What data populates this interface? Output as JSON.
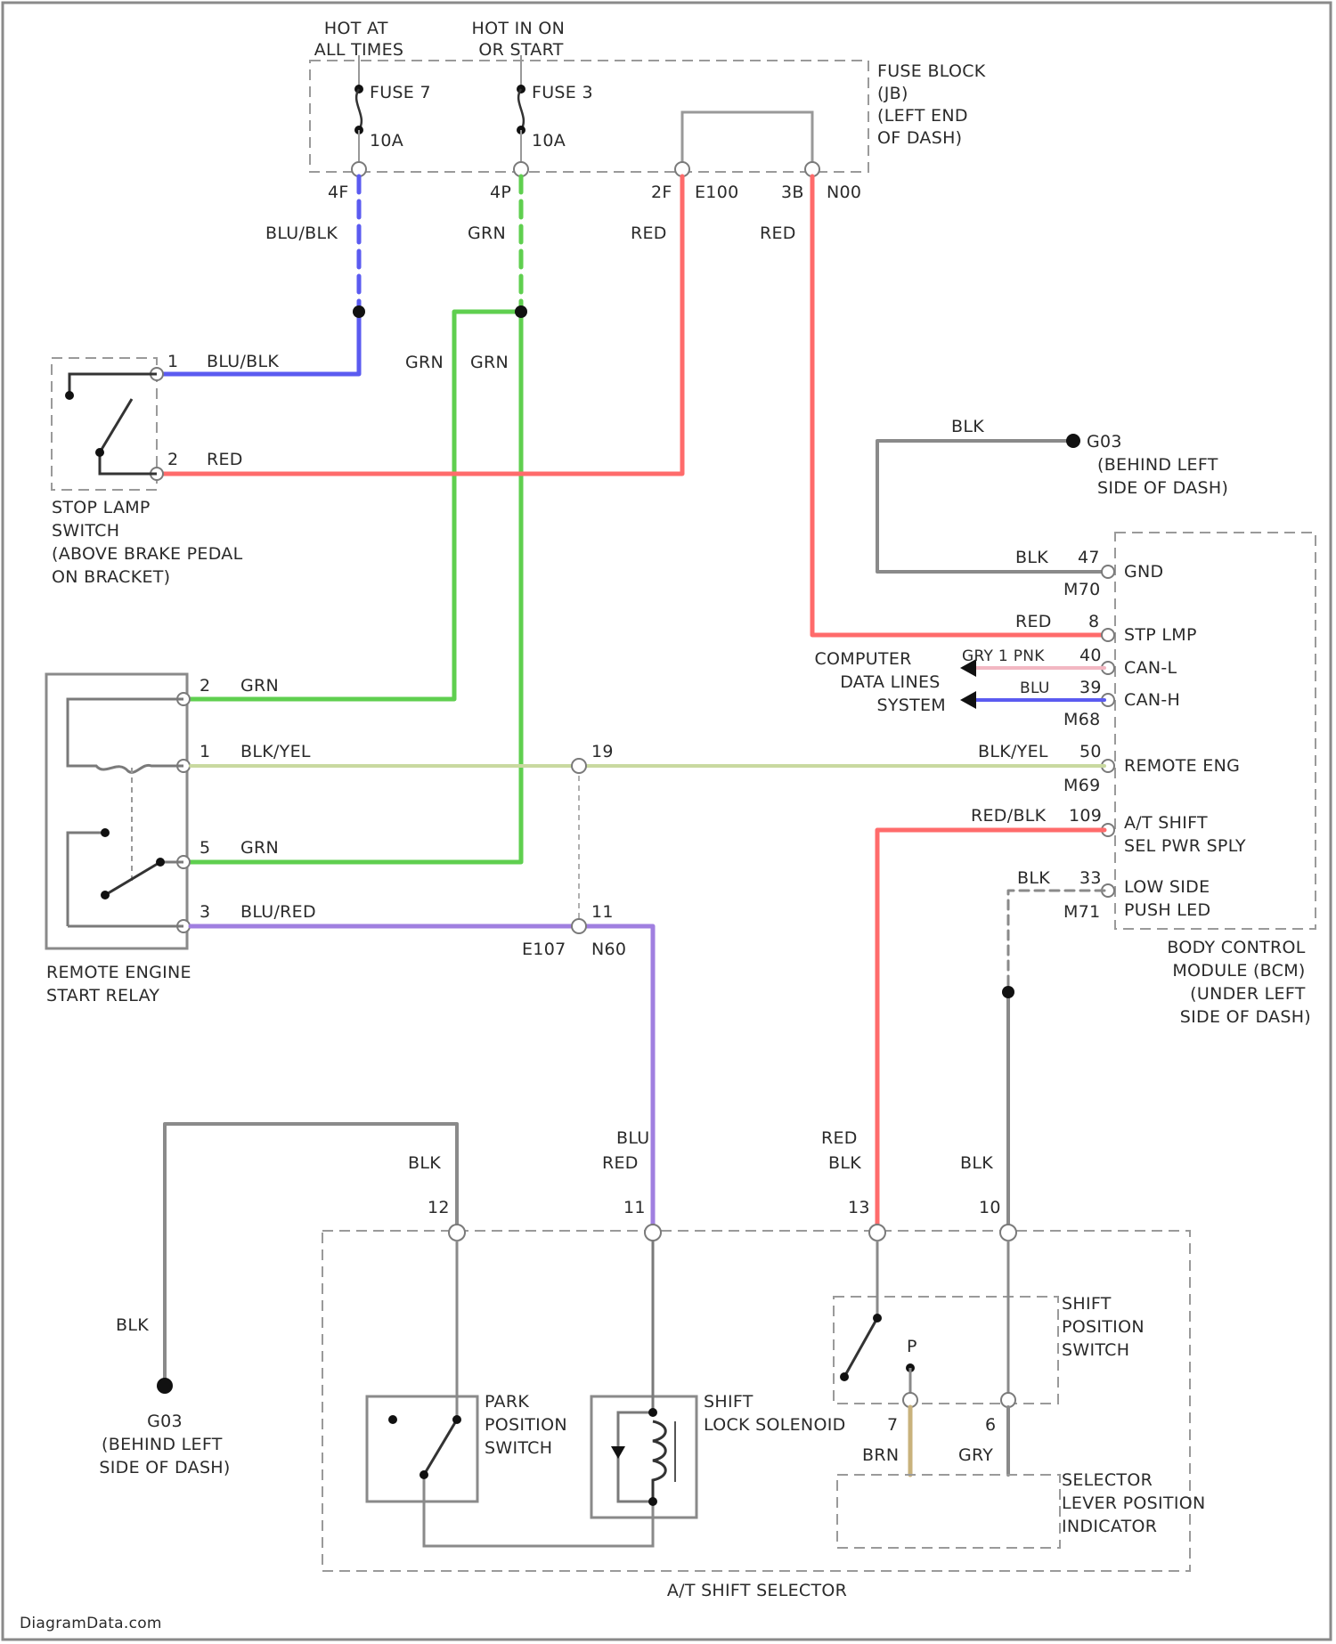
{
  "colors": {
    "blu_blk": "#5b5bf0",
    "grn": "#5fcf4f",
    "red": "#ff6b6b",
    "blk": "#8a8a8a",
    "blk_yel": "#c9d9a0",
    "blu_red": "#a07fe0",
    "pnk": "#f2b7c2",
    "blu": "#5b5bf0",
    "brn": "#c9b27c"
  },
  "labels": {
    "hot_at_all_times": [
      "HOT AT",
      "ALL TIMES"
    ],
    "hot_in_on": [
      "HOT IN ON",
      "OR START"
    ],
    "fuse7": "FUSE 7",
    "fuse7_rating": "10A",
    "fuse3": "FUSE 3",
    "fuse3_rating": "10A",
    "fuse_block": [
      "FUSE BLOCK",
      "(JB)",
      "(LEFT END",
      "OF DASH)"
    ],
    "pin_4f": "4F",
    "pin_4p": "4P",
    "pin_2f": "2F",
    "conn_e100": "E100",
    "pin_3b": "3B",
    "conn_n00": "N00",
    "w_blublk_top": "BLU/BLK",
    "w_grn_top": "GRN",
    "w_red_1": "RED",
    "w_red_2": "RED",
    "sls_pin1": "1",
    "sls_w1": "BLU/BLK",
    "sls_pin2": "2",
    "sls_w2": "RED",
    "w_grn_mid_1": "GRN",
    "w_grn_mid_2": "GRN",
    "stop_lamp_switch": [
      "STOP LAMP",
      "SWITCH",
      "(ABOVE BRAKE PEDAL",
      "ON BRACKET)"
    ],
    "g_blk": "BLK",
    "g_top_id": "G03",
    "g_top_loc": [
      "(BEHIND LEFT",
      "SIDE OF DASH)"
    ],
    "bcm_blk": "BLK",
    "bcm_pin47": "47",
    "bcm_gnd": "GND",
    "bcm_m70": "M70",
    "bcm_red": "RED",
    "bcm_pin8": "8",
    "bcm_stp": "STP LMP",
    "computer_data": [
      "COMPUTER",
      "DATA LINES",
      "SYSTEM"
    ],
    "bcm_pnk": "GRY 1 PNK",
    "bcm_pin40": "40",
    "bcm_canl": "CAN-L",
    "bcm_blu": "BLU",
    "bcm_pin39": "39",
    "bcm_canh": "CAN-H",
    "bcm_m68": "M68",
    "bcm_blkyel": "BLK/YEL",
    "bcm_pin50": "50",
    "bcm_remote": "REMOTE ENG",
    "bcm_m69": "M69",
    "bcm_redblk": "RED/BLK",
    "bcm_pin109": "109",
    "bcm_atshift": [
      "A/T SHIFT",
      "SEL PWR SPLY"
    ],
    "bcm_blk2": "BLK",
    "bcm_pin33": "33",
    "bcm_m71": "M71",
    "bcm_low": [
      "LOW SIDE",
      "PUSH LED"
    ],
    "bcm_name": [
      "BODY CONTROL",
      "MODULE (BCM)",
      "(UNDER LEFT",
      "SIDE OF DASH)"
    ],
    "rel_pin2": "2",
    "rel_grn1": "GRN",
    "rel_pin1": "1",
    "rel_blkyel": "BLK/YEL",
    "splice_19": "19",
    "rel_pin5": "5",
    "rel_grn2": "GRN",
    "rel_pin3": "3",
    "rel_blured": "BLU/RED",
    "splice_11": "11",
    "e107": "E107",
    "n60": "N60",
    "relay_name": [
      "REMOTE ENGINE",
      "START RELAY"
    ],
    "sel_blk_w": "BLK",
    "sel_blured_w": [
      "BLU",
      "RED"
    ],
    "sel_redblk_w": [
      "RED",
      "BLK"
    ],
    "sel_blk2_w": "BLK",
    "sel_pin12": "12",
    "sel_pin11": "11",
    "sel_pin13": "13",
    "sel_pin10": "10",
    "g_left_blk": "BLK",
    "g_bottom_id": "G03",
    "g_bottom_loc": [
      "(BEHIND LEFT",
      "SIDE OF DASH)"
    ],
    "park_switch": [
      "PARK",
      "POSITION",
      "SWITCH"
    ],
    "shift_lock": [
      "SHIFT",
      "LOCK SOLENOID"
    ],
    "shift_pos": [
      "SHIFT",
      "POSITION",
      "SWITCH"
    ],
    "sp_p": "P",
    "sp_pin7": "7",
    "sp_pin6": "6",
    "sp_brn": "BRN",
    "sp_gry": "GRY",
    "selector_ind": [
      "SELECTOR",
      "LEVER POSITION",
      "INDICATOR"
    ],
    "at_shift_selector": "A/T SHIFT SELECTOR",
    "watermark": "DiagramData.com"
  }
}
